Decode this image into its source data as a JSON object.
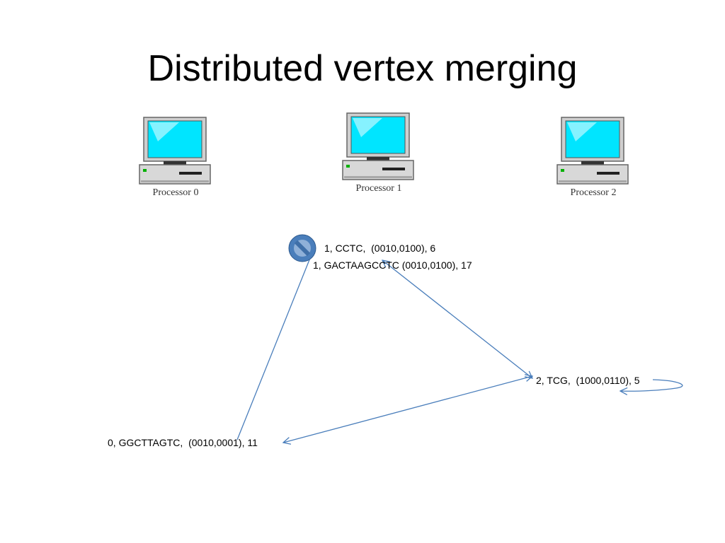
{
  "slide": {
    "title": "Distributed vertex merging"
  },
  "processors": [
    {
      "label": "Processor 0"
    },
    {
      "label": "Processor 1"
    },
    {
      "label": "Processor 2"
    }
  ],
  "vertices": {
    "cctc": "1, CCTC,  (0010,0100), 6",
    "gactaagcctc": "1, GACTAAGCCTC (0010,0100), 17",
    "tcg": "2, TCG,  (1000,0110), 5",
    "ggcttagtc": "0, GGCTTAGTC,  (0010,0001), 11"
  },
  "colors": {
    "edge": "#4a7ebb",
    "screen": "#00e5ff",
    "no_symbol_fill": "#3f6fa8",
    "no_symbol_ring": "#4a7ebb"
  },
  "icons": {
    "computer": "desktop-computer-icon",
    "prohibited": "no-entry-icon"
  }
}
